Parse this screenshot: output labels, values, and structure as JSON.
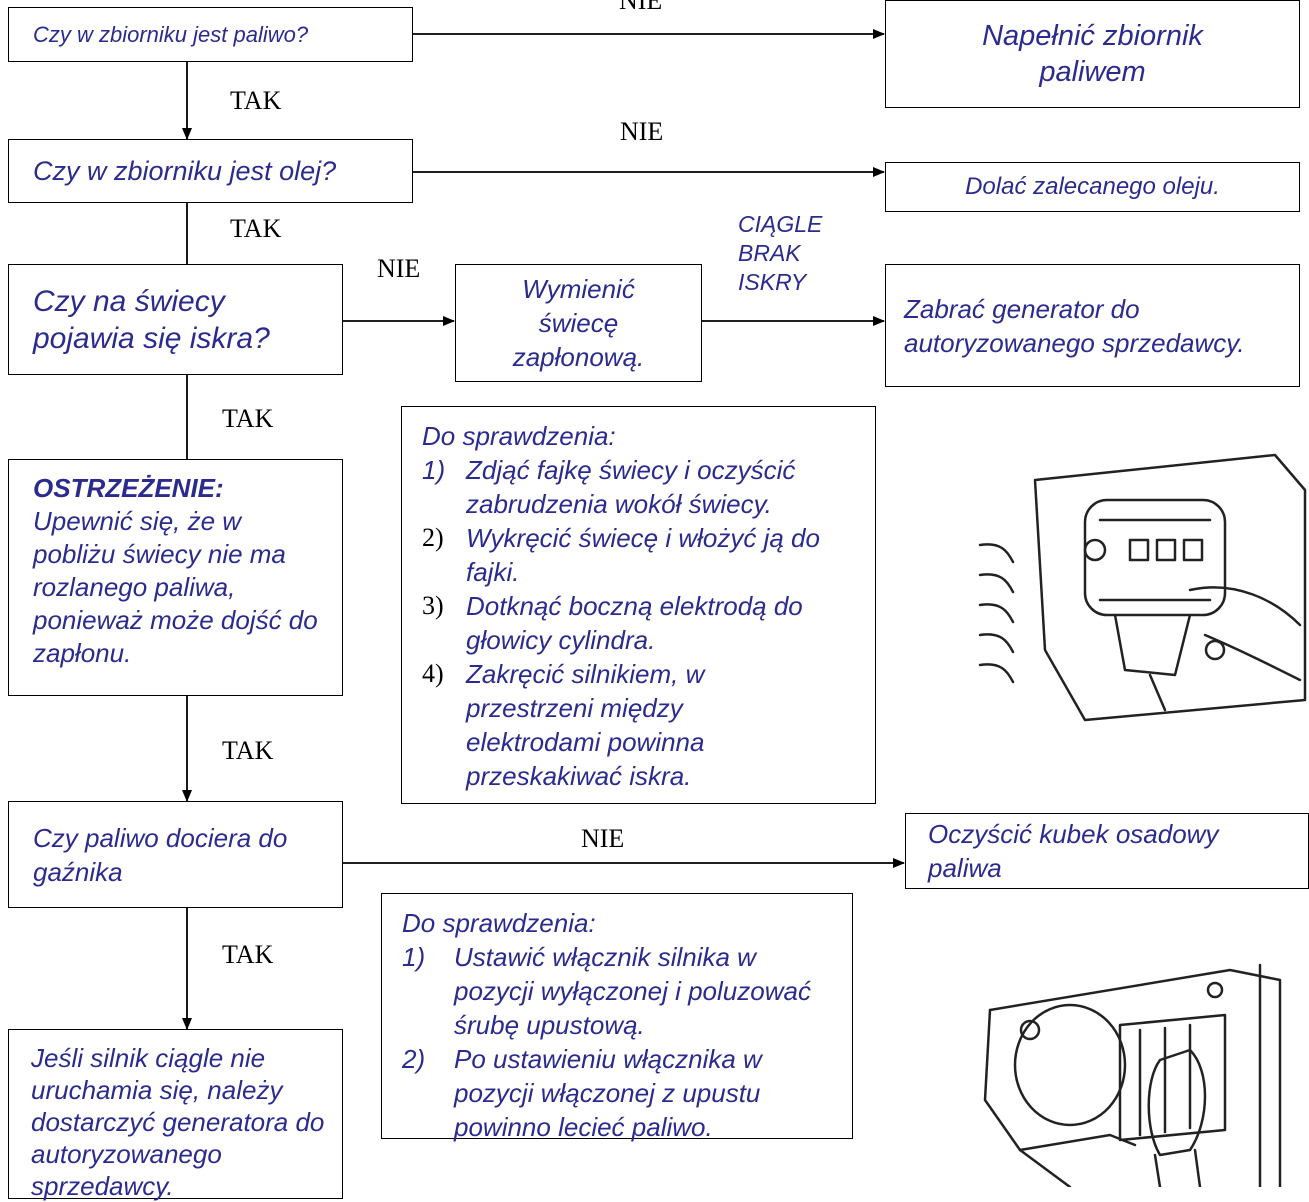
{
  "labels": {
    "yes": "TAK",
    "no": "NIE"
  },
  "questions": {
    "fuel": "Czy w zbiorniku jest paliwo?",
    "oil": "Czy w zbiorniku jest olej?",
    "spark": "Czy na świecy pojawia się iskra?",
    "carburetor": "Czy paliwo dociera do gaźnika"
  },
  "actions": {
    "fill_fuel": "Napełnić zbiornik paliwem",
    "add_oil": "Dolać zalecanego oleju.",
    "replace_plug": "Wymienić świecę zapłonową.",
    "still_no_spark": "CIĄGLE BRAK ISKRY",
    "take_to_dealer": "Zabrać generator do autoryzowanego sprzedawcy.",
    "clean_cup": "Oczyścić kubek osadowy paliwa",
    "final": "Jeśli silnik ciągle nie uruchamia się, należy dostarczyć generatora do autoryzowanego sprzedawcy."
  },
  "warning": {
    "title": "OSTRZEŻENIE:",
    "text": "Upewnić się, że w pobliżu świecy nie ma rozlanego paliwa, ponieważ może dojść do zapłonu."
  },
  "spark_check": {
    "title": "Do sprawdzenia:",
    "steps": [
      {
        "num": "1)",
        "text": "Zdjąć fajkę świecy i oczyścić zabrudzenia wokół świecy."
      },
      {
        "num": "2)",
        "text": "Wykręcić świecę i włożyć ją do fajki."
      },
      {
        "num": "3)",
        "text": "Dotknąć boczną elektrodą do głowicy cylindra."
      },
      {
        "num": "4)",
        "text": "Zakręcić silnikiem, w przestrzeni między elektrodami powinna przeskakiwać iskra."
      }
    ]
  },
  "fuel_check": {
    "title": "Do sprawdzenia:",
    "steps": [
      {
        "num": "1)",
        "text": "Ustawić włącznik silnika w pozycji wyłączonej i poluzować śrubę upustową."
      },
      {
        "num": "2)",
        "text": "Po ustawieniu włącznika w pozycji włączonej z upustu powinno lecieć paliwo."
      }
    ]
  },
  "illustrations": {
    "spark_plug": "spark-plug-illustration",
    "sediment_cup": "sediment-cup-illustration"
  }
}
